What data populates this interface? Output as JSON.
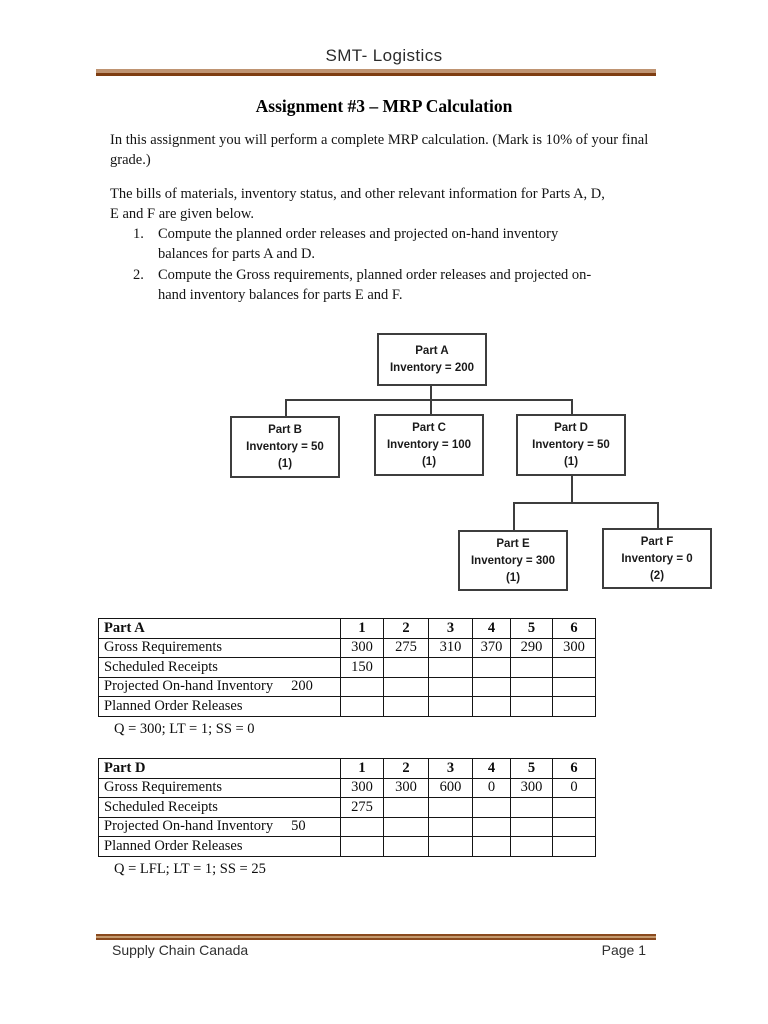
{
  "header": {
    "title": "SMT- Logistics"
  },
  "doc_title": "Assignment #3 – MRP Calculation",
  "intro": {
    "lines": [
      "In this assignment you will perform a complete MRP calculation. (Mark is 10% of your final",
      "grade.)"
    ]
  },
  "bom_intro": {
    "lines": [
      "The bills of materials, inventory status, and other relevant information for Parts A, D,",
      "E and F are given below."
    ]
  },
  "tasks": [
    {
      "num": "1.",
      "lines": [
        "Compute the planned order releases and projected on-hand inventory",
        "balances for parts A and D."
      ]
    },
    {
      "num": "2.",
      "lines": [
        "Compute the Gross requirements, planned order releases and projected on-",
        "hand inventory balances for parts E and F."
      ]
    }
  ],
  "diagram": {
    "a": {
      "title": "Part A",
      "inventory": "Inventory = 200"
    },
    "b": {
      "title": "Part B",
      "inventory": "Inventory = 50",
      "qty": "(1)"
    },
    "c": {
      "title": "Part C",
      "inventory": "Inventory = 100",
      "qty": "(1)"
    },
    "d": {
      "title": "Part D",
      "inventory": "Inventory = 50",
      "qty": "(1)"
    },
    "e": {
      "title": "Part E",
      "inventory": "Inventory = 300",
      "qty": "(1)"
    },
    "f": {
      "title": "Part F",
      "inventory": "Inventory = 0",
      "qty": "(2)"
    }
  },
  "tables": [
    {
      "part": "Part A",
      "periods": [
        "1",
        "2",
        "3",
        "4",
        "5",
        "6"
      ],
      "rows": [
        {
          "label": "Gross Requirements",
          "values": [
            "300",
            "275",
            "310",
            "370",
            "290",
            "300"
          ]
        },
        {
          "label": "Scheduled Receipts",
          "values": [
            "150",
            "",
            "",
            "",
            "",
            ""
          ]
        },
        {
          "label": "Projected On-hand Inventory",
          "onhand": "200",
          "values": [
            "",
            "",
            "",
            "",
            "",
            ""
          ]
        },
        {
          "label": "Planned Order Releases",
          "values": [
            "",
            "",
            "",
            "",
            "",
            ""
          ]
        }
      ],
      "note": "Q = 300; LT = 1; SS = 0"
    },
    {
      "part": "Part D",
      "periods": [
        "1",
        "2",
        "3",
        "4",
        "5",
        "6"
      ],
      "rows": [
        {
          "label": "Gross Requirements",
          "values": [
            "300",
            "300",
            "600",
            "0",
            "300",
            "0"
          ]
        },
        {
          "label": "Scheduled Receipts",
          "values": [
            "275",
            "",
            "",
            "",
            "",
            ""
          ]
        },
        {
          "label": "Projected On-hand Inventory",
          "onhand": "50",
          "values": [
            "",
            "",
            "",
            "",
            "",
            ""
          ]
        },
        {
          "label": "Planned Order Releases",
          "values": [
            "",
            "",
            "",
            "",
            "",
            ""
          ]
        }
      ],
      "note": "Q = LFL; LT = 1; SS = 25"
    }
  ],
  "footer": {
    "left": "Supply Chain Canada",
    "right": "Page 1"
  },
  "colors": {
    "rule_tan": "#bf9472",
    "rule_brown": "#7e3d11",
    "text": "#141414",
    "border": "#3d3d3d"
  }
}
